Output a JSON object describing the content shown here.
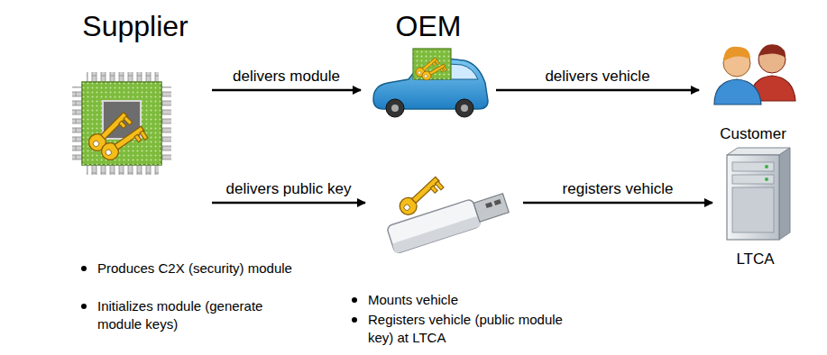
{
  "diagram": {
    "nodes": [
      {
        "text": [
          "Supplier"
        ]
      },
      {
        "text": [
          "OEM"
        ]
      },
      {
        "text": [
          "Customer"
        ]
      },
      {
        "text": []
      },
      {
        "text": [
          "LTCA"
        ]
      }
    ],
    "edges": [
      {
        "from": 0,
        "to": 1,
        "arrow": "to",
        "label": "delivers module"
      },
      {
        "from": 1,
        "to": 2,
        "arrow": "to",
        "label": "delivers vehicle"
      },
      {
        "from": 0,
        "to": 3,
        "arrow": "to",
        "label": "delivers public key"
      },
      {
        "from": 3,
        "to": 4,
        "arrow": "to",
        "label": "registers vehicle"
      }
    ],
    "labels": [
      "Produces C2X (security) module",
      "Initializes module (generate module keys)",
      "Mounts vehicle",
      "Registers vehicle (public module key) at LTCA"
    ]
  }
}
